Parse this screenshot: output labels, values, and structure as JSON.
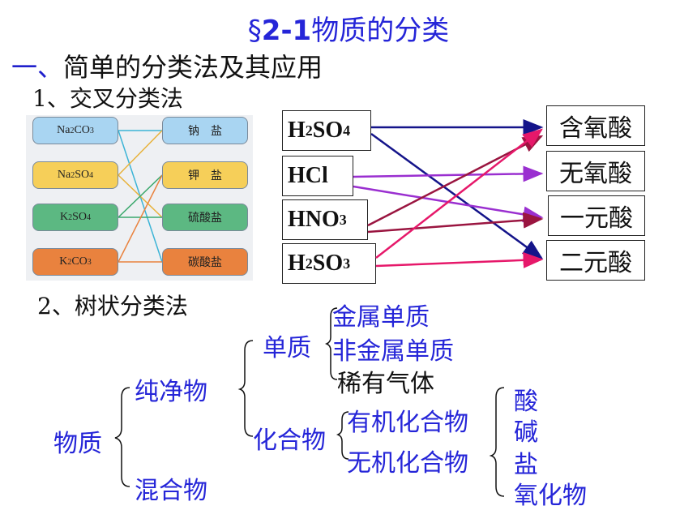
{
  "title": {
    "section": "§",
    "num": "2-1",
    "text": "物质的分类"
  },
  "heading1": {
    "num": "一、",
    "text": "简单的分类法及其应用"
  },
  "heading2": "1、交叉分类法",
  "heading3": "2、树状分类法",
  "cross": {
    "left": [
      {
        "base": "Na",
        "s1": "2",
        "mid": "CO",
        "s2": "3",
        "color": "#a9d5f2"
      },
      {
        "base": "Na",
        "s1": "2",
        "mid": "SO",
        "s2": "4",
        "color": "#f6cf59"
      },
      {
        "base": "K",
        "s1": "2",
        "mid": "SO",
        "s2": "4",
        "color": "#5cb882"
      },
      {
        "base": "K",
        "s1": "2",
        "mid": "CO",
        "s2": "3",
        "color": "#e9823e"
      }
    ],
    "right": [
      {
        "label": "钠　盐",
        "color": "#a9d5f2"
      },
      {
        "label": "钾　盐",
        "color": "#f6cf59"
      },
      {
        "label": "硫酸盐",
        "color": "#5cb882"
      },
      {
        "label": "碳酸盐",
        "color": "#e9823e"
      }
    ]
  },
  "acids": {
    "left": [
      {
        "base": "H",
        "s1": "2",
        "mid": "SO",
        "s2": "4"
      },
      {
        "base": "HCl",
        "s1": "",
        "mid": "",
        "s2": ""
      },
      {
        "base": "HNO",
        "s1": "3",
        "mid": "",
        "s2": ""
      },
      {
        "base": "H",
        "s1": "2",
        "mid": "SO",
        "s2": "3"
      }
    ],
    "right": [
      "含氧酸",
      "无氧酸",
      "一元酸",
      "二元酸"
    ],
    "colors": {
      "h2so4": "#14148a",
      "hcl": "#9a2fd0",
      "hno3": "#9a1540",
      "h2so3": "#e6186a"
    }
  },
  "tree": {
    "root": "物质",
    "pure": "纯净物",
    "mixture": "混合物",
    "element": "单质",
    "compound": "化合物",
    "metal": "金属单质",
    "nonmetal": "非金属单质",
    "noble": "稀有气体",
    "organic": "有机化合物",
    "inorganic": "无机化合物",
    "acid": "酸",
    "base": "碱",
    "salt": "盐",
    "oxide": "氧化物"
  }
}
